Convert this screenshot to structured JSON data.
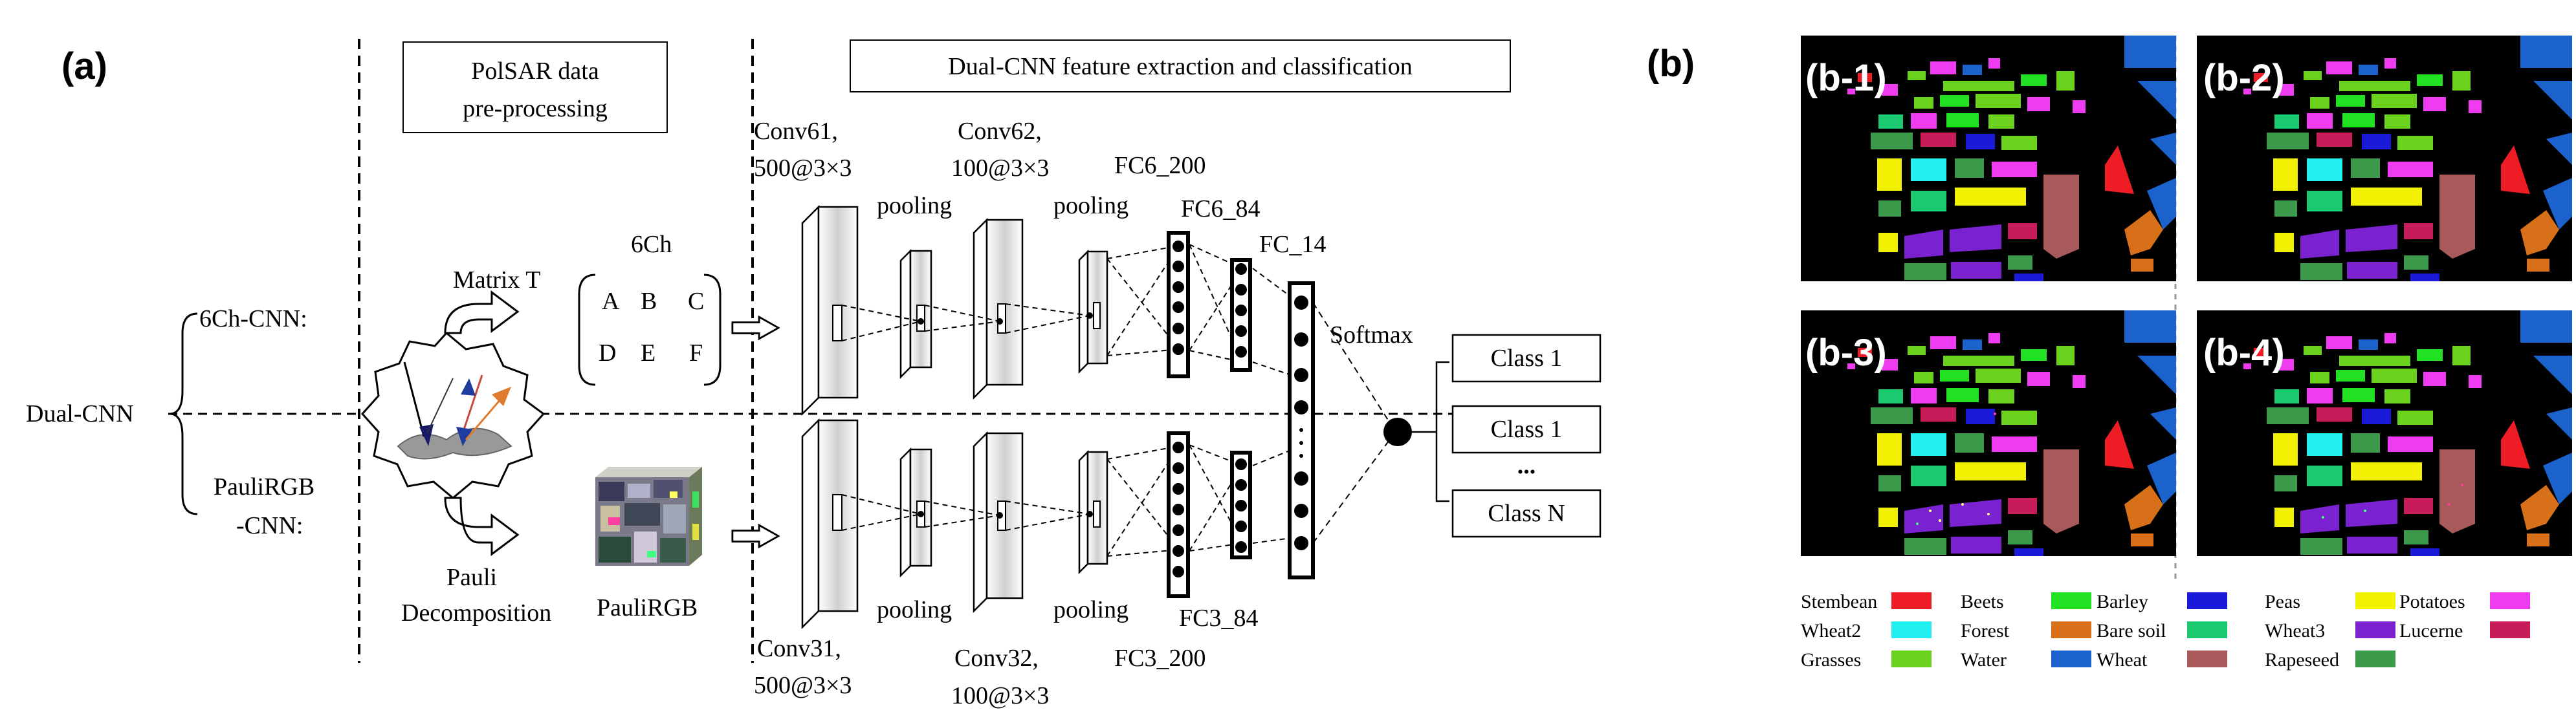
{
  "panel_a": {
    "label": "(a)",
    "preprocess_title": [
      "PolSAR data",
      "pre-processing"
    ],
    "extraction_title": "Dual-CNN feature extraction and classification",
    "dual_cnn": "Dual-CNN",
    "ch6_cnn": "6Ch-CNN:",
    "pauli_cnn": [
      "PauliRGB",
      "-CNN:"
    ],
    "matrix_t": "Matrix T",
    "six_ch": "6Ch",
    "matrix_entries": [
      "A",
      "B",
      "C",
      "D",
      "E",
      "F"
    ],
    "pauli_decomp": [
      "Pauli",
      "Decomposition"
    ],
    "pauli_rgb": "PauliRGB",
    "conv61": [
      "Conv61,",
      "500@3×3"
    ],
    "conv62": [
      "Conv62,",
      "100@3×3"
    ],
    "conv31": [
      "Conv31,",
      "500@3×3"
    ],
    "conv32": [
      "Conv32,",
      "100@3×3"
    ],
    "pooling": "pooling",
    "fc6_200": "FC6_200",
    "fc6_84": "FC6_84",
    "fc_14": "FC_14",
    "fc3_84": "FC3_84",
    "fc3_200": "FC3_200",
    "softmax": "Softmax",
    "classes": [
      "Class 1",
      "Class 1",
      "...",
      "Class N"
    ]
  },
  "panel_b": {
    "label": "(b)",
    "maps": [
      "(b-1)",
      "(b-2)",
      "(b-3)",
      "(b-4)"
    ],
    "legend": [
      {
        "name": "Stembean",
        "color": "#ee1c25"
      },
      {
        "name": "Beets",
        "color": "#22e022"
      },
      {
        "name": "Barley",
        "color": "#1a1ad8"
      },
      {
        "name": "Peas",
        "color": "#f2f200"
      },
      {
        "name": "Potatoes",
        "color": "#f03cf0"
      },
      {
        "name": "Wheat2",
        "color": "#22f0f0"
      },
      {
        "name": "Forest",
        "color": "#d8701a"
      },
      {
        "name": "Bare soil",
        "color": "#1cc870"
      },
      {
        "name": "Wheat3",
        "color": "#7a22d0"
      },
      {
        "name": "Lucerne",
        "color": "#c81c5a"
      },
      {
        "name": "Grasses",
        "color": "#6ad21c"
      },
      {
        "name": "Water",
        "color": "#1c62cc"
      },
      {
        "name": "Wheat",
        "color": "#a85a5a"
      },
      {
        "name": "Rapeseed",
        "color": "#3a9a4a"
      }
    ]
  }
}
